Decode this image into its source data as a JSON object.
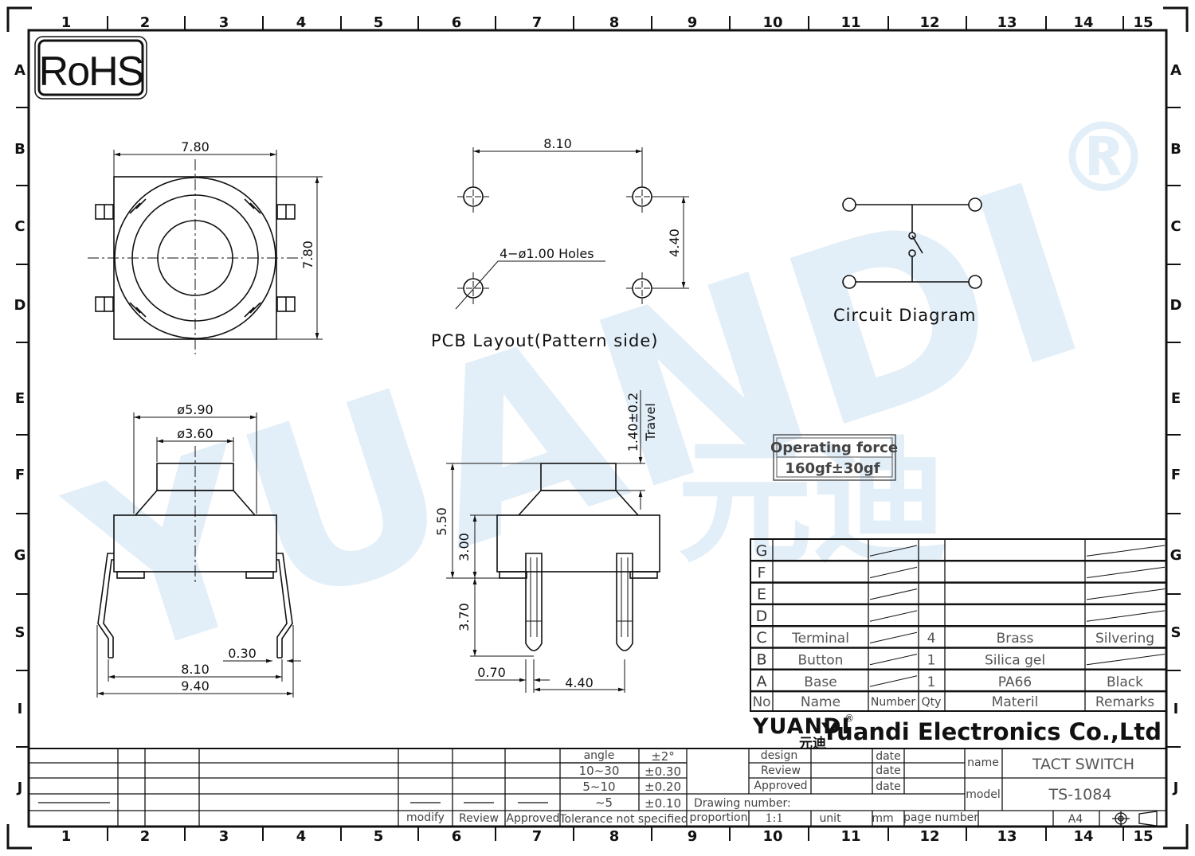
{
  "rohs": "RoHS",
  "border": {
    "columns": [
      "1",
      "2",
      "3",
      "4",
      "5",
      "6",
      "7",
      "8",
      "9",
      "10",
      "11",
      "12",
      "13",
      "14",
      "15"
    ],
    "rows": [
      "A",
      "B",
      "C",
      "D",
      "E",
      "F",
      "G",
      "S",
      "I",
      "J"
    ]
  },
  "watermark": {
    "text": "YUANDI",
    "cn": "元迪",
    "reg": "®"
  },
  "top_view": {
    "width": "7.80",
    "height": "7.80"
  },
  "pcb": {
    "width": "8.10",
    "height": "4.40",
    "holes": "4−ø1.00  Holes",
    "caption": "PCB  Layout(Pattern  side)"
  },
  "circuit": {
    "caption": "Circuit  Diagram"
  },
  "front_view": {
    "d1": "ø5.90",
    "d2": "ø3.60",
    "pin": "0.30",
    "span1": "8.10",
    "span2": "9.40"
  },
  "side_view": {
    "travel": "1.40±0.2",
    "travel_label": "Travel",
    "h1": "5.50",
    "h2": "3.00",
    "h3": "3.70",
    "pin_w": "0.70",
    "pitch": "4.40"
  },
  "force": {
    "label": "Operating force",
    "value": "160gf±30gf"
  },
  "parts": {
    "rows": [
      {
        "no": "G",
        "name": "",
        "qty": "",
        "mat": "",
        "rem": ""
      },
      {
        "no": "F",
        "name": "",
        "qty": "",
        "mat": "",
        "rem": ""
      },
      {
        "no": "E",
        "name": "",
        "qty": "",
        "mat": "",
        "rem": ""
      },
      {
        "no": "D",
        "name": "",
        "qty": "",
        "mat": "",
        "rem": ""
      },
      {
        "no": "C",
        "name": "Terminal",
        "qty": "4",
        "mat": "Brass",
        "rem": "Silvering"
      },
      {
        "no": "B",
        "name": "Button",
        "qty": "1",
        "mat": "Silica gel",
        "rem": ""
      },
      {
        "no": "A",
        "name": "Base",
        "qty": "1",
        "mat": "PA66",
        "rem": "Black"
      }
    ],
    "header": {
      "no": "No",
      "name": "Name",
      "number": "Number",
      "qty": "Qty",
      "mat": "Materil",
      "rem": "Remarks"
    }
  },
  "company": {
    "logo": "YUANDI",
    "logo_cn": "元迪",
    "name": "Yuandi Electronics Co.,Ltd"
  },
  "tolerance": {
    "angle": "angle",
    "angle_val": "±2°",
    "r1": "10~30",
    "r1v": "±0.30",
    "r2": "5~10",
    "r2v": "±0.20",
    "r3": "~5",
    "r3v": "±0.10",
    "label": "Tolerance not specified"
  },
  "revision": {
    "modify": "modify",
    "review": "Review",
    "approved": "Approved"
  },
  "title_block": {
    "design": "design",
    "review": "Review",
    "approved": "Approved",
    "date": "date",
    "name_label": "name",
    "name": "TACT SWITCH",
    "model_label": "model",
    "model": "TS-1084",
    "drawing_number": "Drawing number:",
    "proportion": "proportion",
    "scale": "1:1",
    "unit_label": "unit",
    "unit": "mm",
    "page_number": "page number",
    "size": "A4"
  }
}
